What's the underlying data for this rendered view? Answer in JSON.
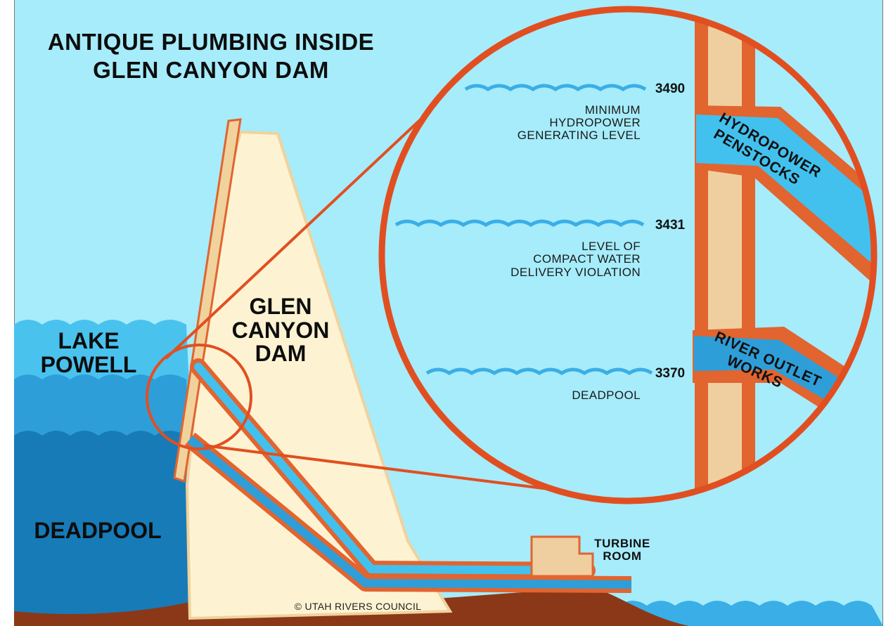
{
  "title": {
    "line1": "ANTIQUE PLUMBING INSIDE",
    "line2": "GLEN CANYON DAM"
  },
  "dam_label": {
    "line1": "GLEN",
    "line2": "CANYON",
    "line3": "DAM"
  },
  "lake_label": {
    "line1": "LAKE",
    "line2": "POWELL"
  },
  "deadpool_label": "DEADPOOL",
  "turbine_label": {
    "line1": "TURBINE",
    "line2": "ROOM"
  },
  "copyright": "© UTAH RIVERS COUNCIL",
  "levels": [
    {
      "value": "3490",
      "lines": [
        "MINIMUM",
        "HYDROPOWER",
        "GENERATING LEVEL"
      ]
    },
    {
      "value": "3431",
      "lines": [
        "LEVEL OF",
        "COMPACT WATER",
        "DELIVERY VIOLATION"
      ]
    },
    {
      "value": "3370",
      "lines": [
        "DEADPOOL"
      ]
    }
  ],
  "pipes": {
    "penstocks": {
      "line1": "HYDROPOWER",
      "line2": "PENSTOCKS"
    },
    "outlet": {
      "line1": "RIVER OUTLET",
      "line2": "WORKS"
    }
  },
  "colors": {
    "sky": "#a6ecfb",
    "water_light": "#49c2ee",
    "water_mid": "#2e9ed9",
    "water_deep": "#177bb8",
    "dam": "#fdf3d2",
    "dam_edge": "#f0d29d",
    "pipe_outline": "#e2642f",
    "pipe_fill": "#42c1ee",
    "accent_red": "#e14f21",
    "ground": "#8b3818"
  }
}
